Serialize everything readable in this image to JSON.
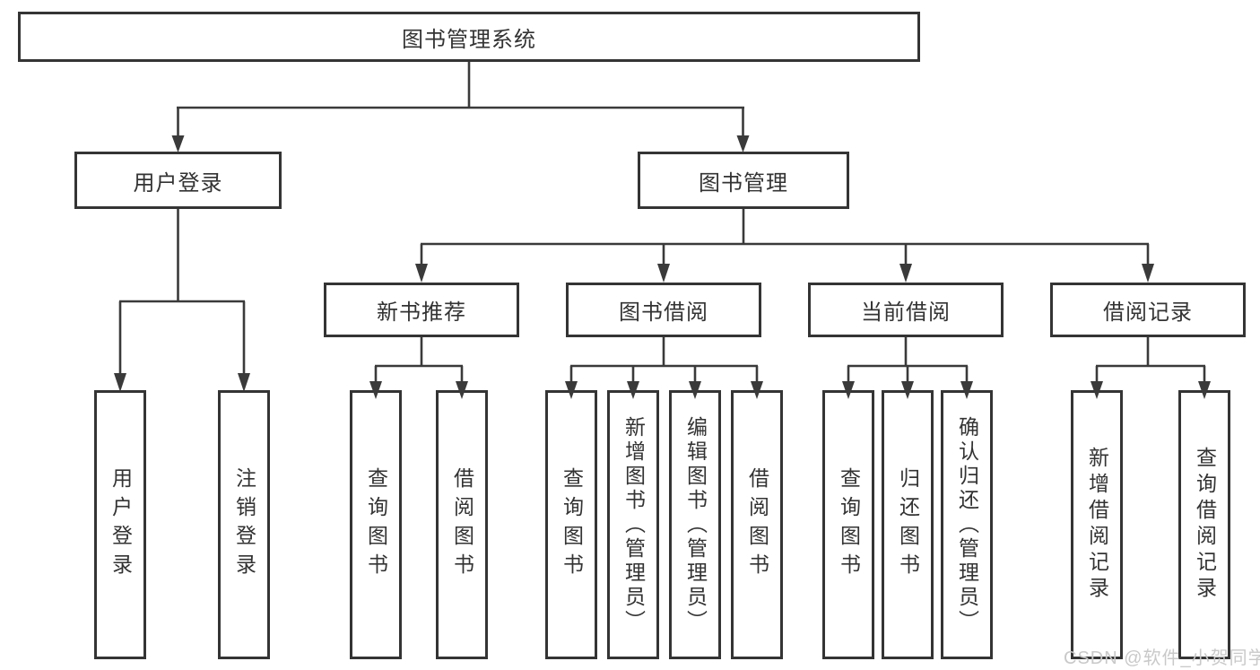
{
  "diagram": {
    "type": "hierarchy-chart",
    "root": {
      "label": "图书管理系统",
      "children": [
        {
          "label": "用户登录",
          "children": [
            {
              "label": "用户登录"
            },
            {
              "label": "注销登录"
            }
          ]
        },
        {
          "label": "图书管理",
          "children": [
            {
              "label": "新书推荐",
              "children": [
                {
                  "label": "查询图书"
                },
                {
                  "label": "借阅图书"
                }
              ]
            },
            {
              "label": "图书借阅",
              "children": [
                {
                  "label": "查询图书"
                },
                {
                  "label": "新增图书（管理员）"
                },
                {
                  "label": "编辑图书（管理员）"
                },
                {
                  "label": "借阅图书"
                }
              ]
            },
            {
              "label": "当前借阅",
              "children": [
                {
                  "label": "查询图书"
                },
                {
                  "label": "归还图书"
                },
                {
                  "label": "确认归还（管理员）"
                }
              ]
            },
            {
              "label": "借阅记录",
              "children": [
                {
                  "label": "新增借阅记录"
                },
                {
                  "label": "查询借阅记录"
                }
              ]
            }
          ]
        }
      ]
    }
  },
  "watermark": {
    "text": "CSDN @软件_小贺同学",
    "color": "#c9c9c9"
  },
  "colors": {
    "box_border": "#343434",
    "connector": "#3a3a3a",
    "text": "#333333",
    "background": "#ffffff"
  }
}
